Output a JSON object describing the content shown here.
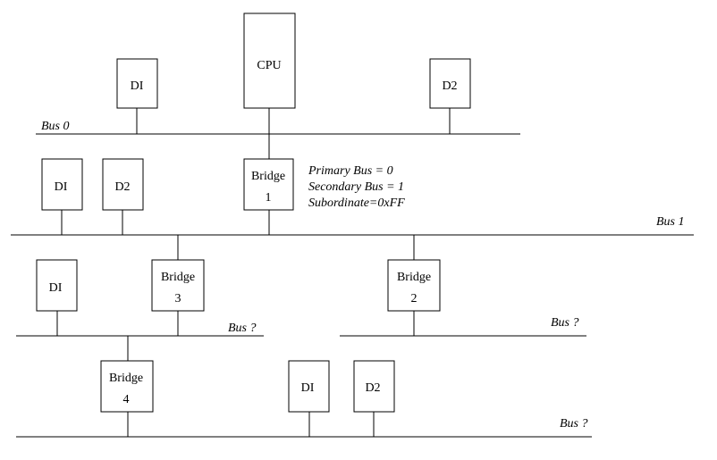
{
  "diagram": {
    "buses": [
      {
        "id": "bus0",
        "label": "Bus 0"
      },
      {
        "id": "bus1",
        "label": "Bus 1"
      },
      {
        "id": "bus_left",
        "label": "Bus ?"
      },
      {
        "id": "bus_right",
        "label": "Bus ?"
      },
      {
        "id": "bus_bottom",
        "label": "Bus ?"
      }
    ],
    "devices": [
      {
        "id": "cpu",
        "label": "CPU"
      },
      {
        "id": "b0-di",
        "label": "DI"
      },
      {
        "id": "b0-d2",
        "label": "D2"
      },
      {
        "id": "bridge1",
        "label": "Bridge",
        "number": "1"
      },
      {
        "id": "b1-di",
        "label": "DI"
      },
      {
        "id": "b1-d2",
        "label": "D2"
      },
      {
        "id": "bridge3",
        "label": "Bridge",
        "number": "3"
      },
      {
        "id": "bridge2",
        "label": "Bridge",
        "number": "2"
      },
      {
        "id": "bl-di",
        "label": "DI"
      },
      {
        "id": "bridge4",
        "label": "Bridge",
        "number": "4"
      },
      {
        "id": "bb-di",
        "label": "DI"
      },
      {
        "id": "bb-d2",
        "label": "D2"
      }
    ],
    "bridge1_notes": [
      "Primary Bus = 0",
      "Secondary Bus = 1",
      "Subordinate=0xFF"
    ]
  }
}
